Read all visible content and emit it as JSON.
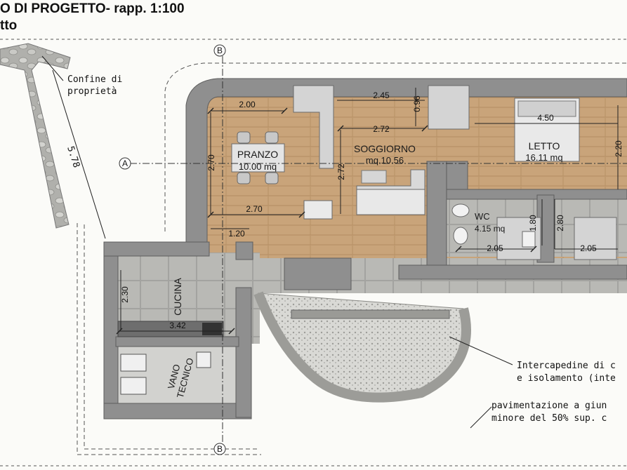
{
  "header": {
    "title": "O DI PROGETTO- rapp. 1:100",
    "subtitle": "tto"
  },
  "annotations": {
    "property_line": "Confine di",
    "property_line_2": "proprietà",
    "slope_dim": "5.78",
    "section_a": "A",
    "section_b_top": "B",
    "section_b_bottom": "B",
    "cavity_1": "Intercapedine di c",
    "cavity_2": "e isolamento (inte",
    "paving_1": "pavimentazione a giun",
    "paving_2": "minore del 50% sup. c"
  },
  "rooms": {
    "pranzo_name": "PRANZO",
    "pranzo_area": "10.00 mq",
    "soggiorno_name": "SOGGIORNO",
    "soggiorno_area": "mq.10.56",
    "letto_name": "LETTO",
    "letto_area": "16.11 mq",
    "wc_name": "WC",
    "wc_area": "4.15 mq",
    "cucina_name": "CUCINA",
    "vano_1": "VANO",
    "vano_2": "TECNICO"
  },
  "dimensions": {
    "d_2_00": "2.00",
    "d_2_45": "2.45",
    "d_0_96": "0.96",
    "d_2_72_h": "2.72",
    "d_2_72_v": "2.72",
    "d_2_70_v": "2.70",
    "d_2_70_h": "2.70",
    "d_1_20": "1.20",
    "d_4_50": "4.50",
    "d_2_20": "2.20",
    "d_1_80": "1.80",
    "d_2_80": "2.80",
    "d_2_05_a": "2.05",
    "d_2_05_b": "2.05",
    "d_2_30": "2.30",
    "d_3_42": "3.42"
  },
  "colors": {
    "wall": "#8d8d8d",
    "wall_inner": "#c9c9c9",
    "wood": "#c9a47a",
    "tile": "#b4b4b0",
    "stone": "#a9a9a5",
    "background": "#fbfbf8"
  }
}
